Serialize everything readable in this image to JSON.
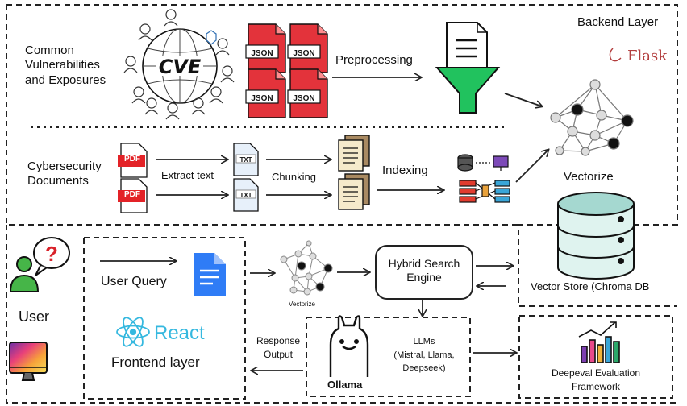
{
  "backend": {
    "title": "Backend Layer",
    "framework": "Flask",
    "cve": {
      "label_line1": "Common",
      "label_line2": "Vulnerabilities",
      "label_line3": "and Exposures",
      "logo_text": "CVE"
    },
    "json_tag": "JSON",
    "preprocessing": "Preprocessing",
    "docs": {
      "label_line1": "Cybersecurity",
      "label_line2": "Documents"
    },
    "pdf_tag": "PDF",
    "txt_tag": "TXT",
    "extract_text": "Extract text",
    "chunking": "Chunking",
    "indexing": "Indexing",
    "vectorize": "Vectorize",
    "vector_store": "Vector Store (Chroma DB"
  },
  "frontend": {
    "user": "User",
    "user_query": "User Query",
    "framework": "React",
    "title": "Frontend layer",
    "vectorize_small": "Vectorize",
    "hybrid_line1": "Hybrid Search",
    "hybrid_line2": "Engine",
    "response_line1": "Response",
    "response_line2": "Output",
    "ollama": "Ollama",
    "llms_line1": "LLMs",
    "llms_line2": "(Mistral, Llama,",
    "llms_line3": "Deepseek)",
    "eval_line1": "Deepeval Evaluation",
    "eval_line2": "Framework"
  },
  "colors": {
    "json_red": "#e3333b",
    "pdf_red": "#e32227",
    "funnel_green": "#21c25e",
    "user_green": "#46b548",
    "question_red": "#d9222a",
    "react_blue": "#35b8df",
    "flask_red": "#b23c3c",
    "db_teal": "#a5d8d0",
    "docs_blue": "#2f7cf6"
  }
}
